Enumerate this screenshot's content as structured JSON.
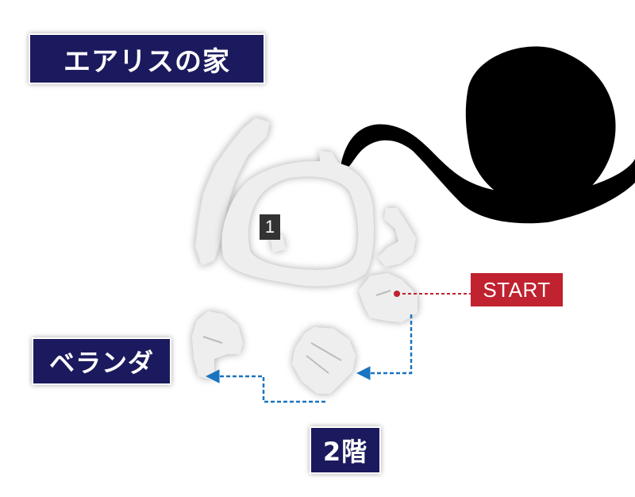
{
  "map": {
    "title": "エアリスの家",
    "area_number": "1",
    "start_label": "START",
    "veranda_label": "ベランダ",
    "floor2_label": "2階",
    "colors": {
      "label_bg": "#1c1a5e",
      "start_bg": "#c0222f",
      "room_fill": "#eeeeee",
      "unexplored": "#000000",
      "route_line": "#1a74c0"
    }
  }
}
